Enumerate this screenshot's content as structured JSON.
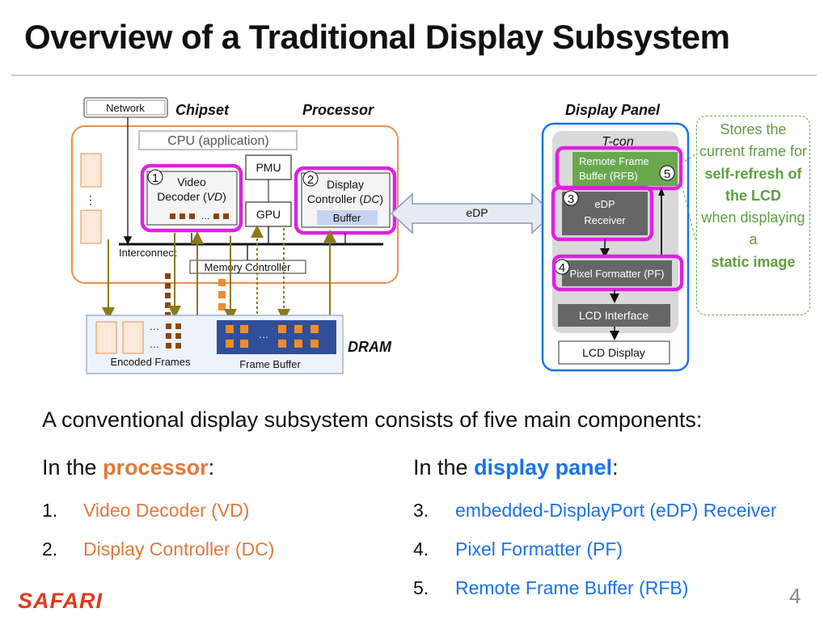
{
  "title": "Overview of a Traditional Display Subsystem",
  "diagram": {
    "network": "Network",
    "chipset": "Chipset",
    "processor": "Processor",
    "display_panel": "Display Panel",
    "cpu": "CPU (application)",
    "pmu": "PMU",
    "gpu": "GPU",
    "vd_num": "1",
    "vd_line1": "Video",
    "vd_line2_pre": "Decoder (",
    "vd_line2_em": "VD",
    "vd_line2_post": ")",
    "dc_num": "2",
    "dc_line1": "Display",
    "dc_line2_pre": "Controller (",
    "dc_line2_em": "DC",
    "dc_line2_post": ")",
    "buffer": "Buffer",
    "interconnect": "Interconnect",
    "memory_controller": "Memory Controller",
    "edp_link": "eDP",
    "tcon": "T-con",
    "rfb_line1": "Remote Frame",
    "rfb_line2": "Buffer (RFB)",
    "rfb_num": "5",
    "edp_num": "3",
    "edp_line1": "eDP",
    "edp_line2": "Receiver",
    "pf_num": "4",
    "pf": "Pixel Formatter (PF)",
    "lcd_interface": "LCD Interface",
    "lcd_display": "LCD Display",
    "dram": "DRAM",
    "encoded_frames": "Encoded Frames",
    "frame_buffer": "Frame Buffer",
    "ellipsis": "…",
    "vdots": "⋮"
  },
  "note": {
    "pre": "Stores the current frame for",
    "bold": "self-refresh of the LCD",
    "mid": "when displaying a",
    "bold2": "static image"
  },
  "summary": "A conventional display subsystem consists of five main components:",
  "processor_col": {
    "head_pre": "In the ",
    "head_em": "processor",
    "head_post": ":",
    "items": [
      {
        "num": "1.",
        "label": "Video Decoder (VD)"
      },
      {
        "num": "2.",
        "label": "Display Controller (DC)"
      }
    ]
  },
  "panel_col": {
    "head_pre": "In the ",
    "head_em": "display panel",
    "head_post": ":",
    "items": [
      {
        "num": "3.",
        "label": "embedded-DisplayPort (eDP) Receiver"
      },
      {
        "num": "4.",
        "label": "Pixel Formatter (PF)"
      },
      {
        "num": "5.",
        "label": "Remote Frame Buffer (RFB)"
      }
    ]
  },
  "logo": "SAFARI",
  "page_number": "4",
  "colors": {
    "processor_orange": "#e8914f",
    "panel_blue": "#1a73e8",
    "highlight_magenta": "#e020e0",
    "rfb_green": "#6aa84f",
    "dram_blue": "#2f4f9a",
    "block_brown": "#8b4513",
    "frame_orange": "#f28c28"
  }
}
